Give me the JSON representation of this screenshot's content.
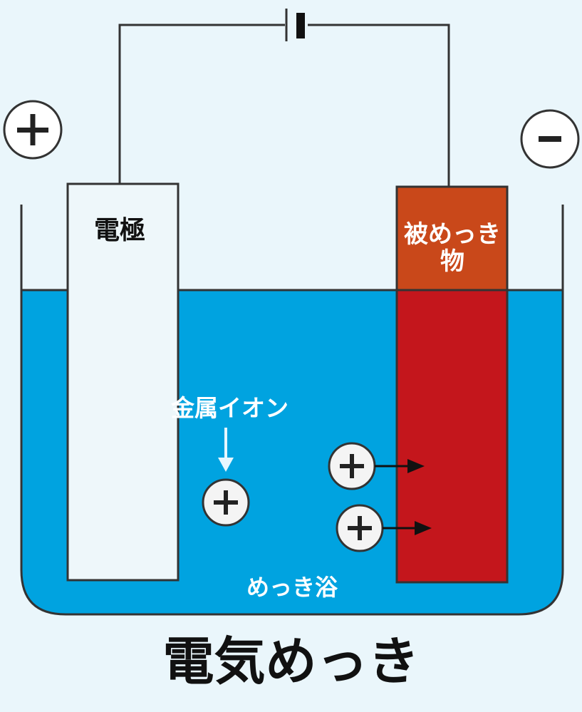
{
  "labels": {
    "electrode": "電極",
    "workpiece": "被めっき物",
    "metal_ion": "金属イオン",
    "bath": "めっき浴",
    "title": "電気めっき",
    "positive_terminal": "+",
    "negative_terminal": "-"
  },
  "colors": {
    "background": "#eaf6fb",
    "bath": "#00a3e0",
    "electrode": "#eef7fa",
    "workpiece_top": "#c9481a",
    "workpiece_body": "#c4161c",
    "outline": "#333333",
    "ion_fill": "#f4f4f4"
  },
  "icons": {
    "ion": "plus-circle-icon",
    "battery": "battery-icon",
    "arrow": "arrow-right-icon"
  }
}
